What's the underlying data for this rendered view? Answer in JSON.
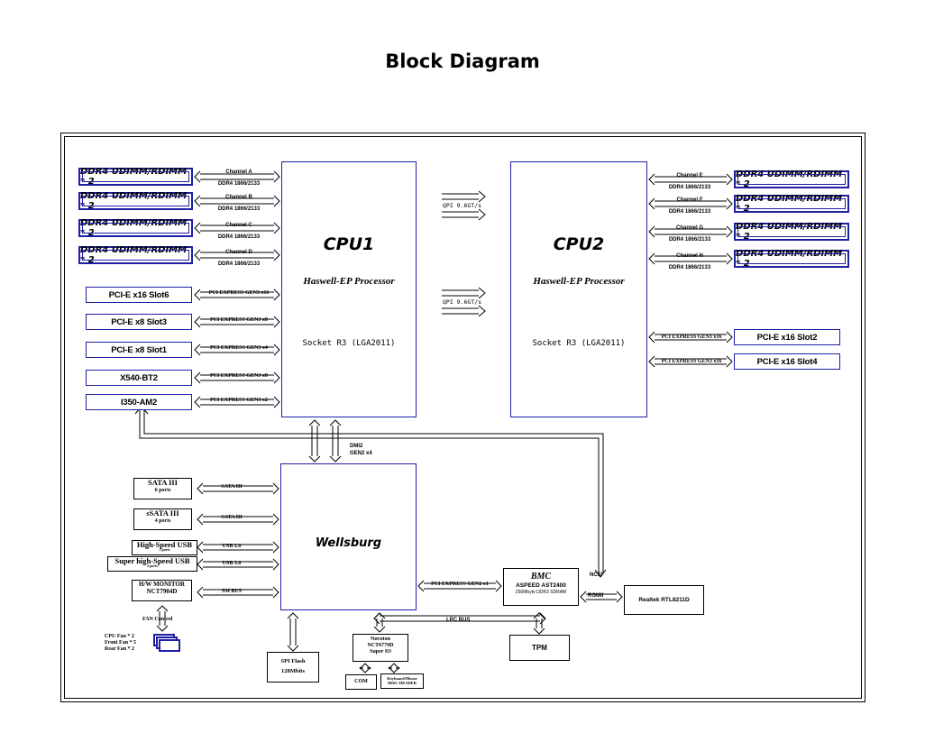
{
  "title": "Block Diagram",
  "cpu1": {
    "name": "CPU1",
    "processor": "Haswell-EP Processor",
    "socket": "Socket R3 (LGA2011)"
  },
  "cpu2": {
    "name": "CPU2",
    "processor": "Haswell-EP Processor",
    "socket": "Socket R3 (LGA2011)"
  },
  "qpi": [
    "QPI 9.6GT/s",
    "QPI 9.6GT/s"
  ],
  "left_dimms": [
    {
      "label": "DDR4 UDIMM/RDIMM * 2",
      "channel": "Channel A",
      "speed": "DDR4 1866/2133"
    },
    {
      "label": "DDR4 UDIMM/RDIMM * 2",
      "channel": "Channel B",
      "speed": "DDR4 1866/2133"
    },
    {
      "label": "DDR4 UDIMM/RDIMM * 2",
      "channel": "Channel C",
      "speed": "DDR4 1866/2133"
    },
    {
      "label": "DDR4 UDIMM/RDIMM * 2",
      "channel": "Channel D",
      "speed": "DDR4 1866/2133"
    }
  ],
  "right_dimms": [
    {
      "label": "DDR4 UDIMM/RDIMM * 2",
      "channel": "Channel E",
      "speed": "DDR4 1866/2133"
    },
    {
      "label": "DDR4 UDIMM/RDIMM * 2",
      "channel": "Channel F",
      "speed": "DDR4 1866/2133"
    },
    {
      "label": "DDR4 UDIMM/RDIMM * 2",
      "channel": "Channel G",
      "speed": "DDR4 1866/2133"
    },
    {
      "label": "DDR4 UDIMM/RDIMM * 2",
      "channel": "Channel H",
      "speed": "DDR4 1866/2133"
    }
  ],
  "left_slots": [
    {
      "label": "PCI-E x16 Slot6",
      "bus": "PCI EXPRESS GEN3 x16"
    },
    {
      "label": "PCI-E x8 Slot3",
      "bus": "PCI EXPRESS GEN3 x8"
    },
    {
      "label": "PCI-E x8 Slot1",
      "bus": "PCI EXPRESS GEN3 x4"
    },
    {
      "label": "X540-BT2",
      "bus": "PCI EXPRESS GEN3 x8"
    },
    {
      "label": "I350-AM2",
      "bus": "PCI EXPRESS GEN3 x2"
    }
  ],
  "right_slots": [
    {
      "label": "PCI-E x16 Slot2",
      "bus": "PCI EXPRESS GEN3 x16"
    },
    {
      "label": "PCI-E x16 Slot4",
      "bus": "PCI EXPRESS GEN3 x16"
    }
  ],
  "dmi": [
    "DMI2",
    "GEN2 x4"
  ],
  "pch": {
    "name": "Wellsburg"
  },
  "sata": {
    "name": "SATA III",
    "ports": "6 ports",
    "bus": "SATA III"
  },
  "ssata": {
    "name": "sSATA III",
    "ports": "4 ports",
    "bus": "SATA III"
  },
  "usb2": {
    "name": "High-Speed USB",
    "ports": "2 ports",
    "bus": "USB 2.0"
  },
  "usb3": {
    "name": "Super high-Speed USB",
    "ports": "2 ports",
    "bus": "USB 3.0"
  },
  "hwmon": {
    "name": "H/W MONITOR",
    "chip": "NCT7904D",
    "bus": "SM BUS"
  },
  "fan": {
    "label": "FAN Control",
    "lines": [
      "CPU Fan * 2",
      "Front Fan * 5",
      "Rear Fan * 2"
    ]
  },
  "spi": {
    "name": "SPI Flash",
    "size": "128Mbits"
  },
  "superio": {
    "brand": "Nuvoton",
    "chip": "NCT6779D",
    "type": "Super IO"
  },
  "com": "COM",
  "kbms": [
    "Keyboard/Mouse",
    "MISC HEADER"
  ],
  "bmc": {
    "name": "BMC",
    "chip": "ASPEED AST2400",
    "mem": "256Mbyte DDR3 SDRAM",
    "pcie_bus": "PCI EXPRESS GEN2 x1",
    "ncsi": "NCSI",
    "rgmii": "RGMII"
  },
  "tpm": "TPM",
  "lpc": "LPC BUS",
  "realtek": "Realtek RTL8211D"
}
